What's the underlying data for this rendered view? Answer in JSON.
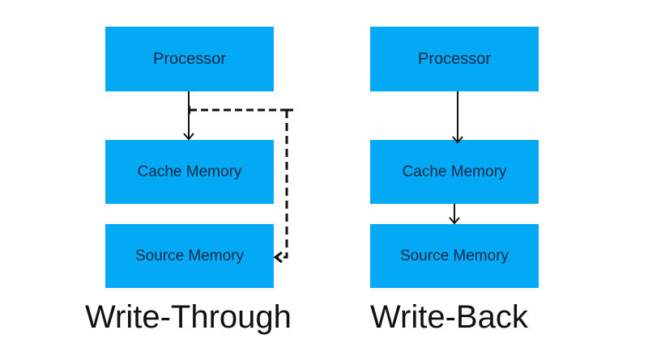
{
  "colors": {
    "box_fill": "#03a9f4",
    "box_text": "#0d2a4a",
    "line": "#111111",
    "background": "#ffffff"
  },
  "write_through": {
    "caption": "Write-Through",
    "processor": "Processor",
    "cache": "Cache Memory",
    "source": "Source Memory",
    "connections": [
      {
        "from": "processor",
        "to": "cache",
        "style": "solid"
      },
      {
        "from": "processor",
        "to": "source",
        "style": "dashed"
      }
    ]
  },
  "write_back": {
    "caption": "Write-Back",
    "processor": "Processor",
    "cache": "Cache Memory",
    "source": "Source Memory",
    "connections": [
      {
        "from": "processor",
        "to": "cache",
        "style": "solid"
      },
      {
        "from": "cache",
        "to": "source",
        "style": "solid"
      }
    ]
  }
}
